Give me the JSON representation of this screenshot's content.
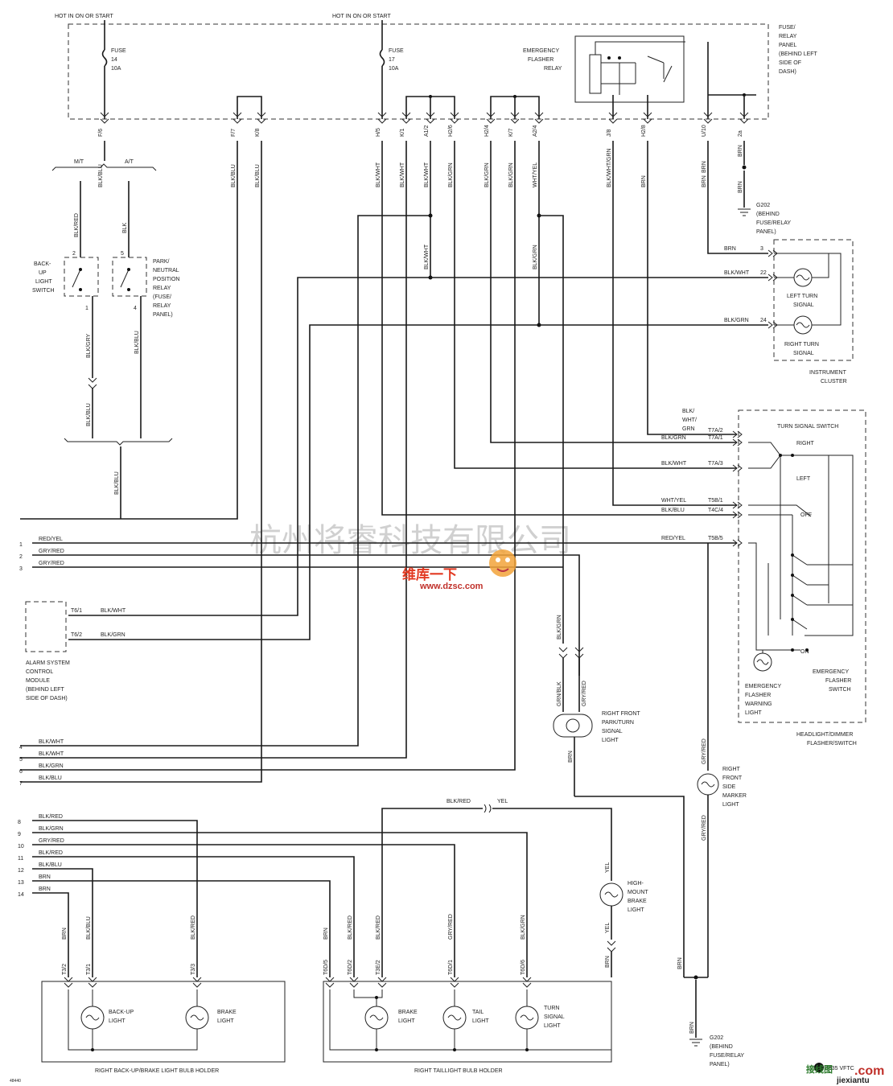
{
  "top": {
    "hot1": "HOT IN ON OR START",
    "hot2": "HOT IN ON OR START",
    "fuse14": [
      "FUSE",
      "14",
      "10A"
    ],
    "fuse17": [
      "FUSE",
      "17",
      "10A"
    ],
    "flasher": [
      "EMERGENCY",
      "FLASHER",
      "RELAY"
    ],
    "fusepanel": [
      "FUSE/",
      "RELAY",
      "PANEL",
      "(BEHIND LEFT",
      "SIDE OF",
      "DASH)"
    ]
  },
  "pins_top": [
    "F/6",
    "F/7",
    "K/8",
    "H/5",
    "K/1",
    "A1/2",
    "H2/6",
    "H2/4",
    "K/7",
    "A2/4",
    "J/8",
    "H2/8",
    "U/10",
    "2a"
  ],
  "wires_top": [
    "BLK/BLU",
    "BLK/BLU",
    "BLK/BLU",
    "BLK/WHT",
    "BLK/WHT",
    "BLK/WHT",
    "BLK/GRN",
    "BLK/GRN",
    "BLK/GRN",
    "WHT/YEL",
    "BLK/WHT/GRN",
    "BRN",
    "BRN",
    "BRN"
  ],
  "g202_top": [
    "G202",
    "(BEHIND",
    "FUSE/RELAY",
    "PANEL)"
  ],
  "left": {
    "mt": "M/T",
    "at": "A/T",
    "blk_red": "BLK/RED",
    "blk": "BLK",
    "backup_switch": [
      "BACK-",
      "UP",
      "LIGHT",
      "SWITCH"
    ],
    "pnp_relay": [
      "PARK/",
      "NEUTRAL",
      "POSITION",
      "RELAY",
      "(FUSE/",
      "RELAY",
      "PANEL)"
    ],
    "pin2": "2",
    "pin1": "1",
    "pin5": "5",
    "pin4": "4",
    "blk_gry": "BLK/GRY",
    "blk_blu": "BLK/BLU",
    "blk_blu2": "BLK/BLU",
    "blk_blu3": "BLK/BLU"
  },
  "mid_wires": {
    "blk_wht": "BLK/WHT",
    "blk_grn": "BLK/GRN"
  },
  "cluster": {
    "rows": [
      {
        "wire": "BRN",
        "pin": "3"
      },
      {
        "wire": "BLK/WHT",
        "pin": "22"
      },
      {
        "wire": "BLK/GRN",
        "pin": "24"
      }
    ],
    "left_turn": [
      "LEFT TURN",
      "SIGNAL"
    ],
    "right_turn": [
      "RIGHT TURN",
      "SIGNAL"
    ],
    "title": [
      "INSTRUMENT",
      "CLUSTER"
    ]
  },
  "switch": {
    "title": "TURN SIGNAL SWITCH",
    "right": "RIGHT",
    "left": "LEFT",
    "off": "OFF",
    "on": "ON",
    "rows": [
      {
        "wire": "BLK/WHT/GRN",
        "pin": "T7A/2"
      },
      {
        "wire": "BLK/GRN",
        "pin": "T7A/1"
      },
      {
        "wire": "BLK/WHT",
        "pin": "T7A/3"
      },
      {
        "wire": "WHT/YEL",
        "pin": "T5B/1"
      },
      {
        "wire": "BLK/BLU",
        "pin": "T4C/4"
      },
      {
        "wire": "RED/YEL",
        "pin": "T5B/5"
      }
    ],
    "emerg_switch": [
      "EMERGENCY",
      "FLASHER",
      "SWITCH"
    ],
    "emerg_light": [
      "EMERGENCY",
      "FLASHER",
      "WARNING",
      "LIGHT"
    ],
    "assembly": [
      "HEADLIGHT/DIMMER",
      "FLASHER/SWITCH"
    ]
  },
  "side_rows": [
    {
      "num": "1",
      "wire": "RED/YEL"
    },
    {
      "num": "2",
      "wire": "GRY/RED"
    },
    {
      "num": "3",
      "wire": "GRY/RED"
    }
  ],
  "alarm": {
    "pins": [
      {
        "pin": "T6/1",
        "wire": "BLK/WHT"
      },
      {
        "pin": "T6/2",
        "wire": "BLK/GRN"
      }
    ],
    "label": [
      "ALARM SYSTEM",
      "CONTROL",
      "MODULE",
      "(BEHIND LEFT",
      "SIDE OF DASH)"
    ]
  },
  "rows_4_7": [
    {
      "num": "4",
      "wire": "BLK/WHT"
    },
    {
      "num": "5",
      "wire": "BLK/WHT"
    },
    {
      "num": "6",
      "wire": "BLK/GRN"
    },
    {
      "num": "7",
      "wire": "BLK/BLU"
    }
  ],
  "front": {
    "blk_grn": "BLK/GRN",
    "grn_blk": "GRN/BLK",
    "gry_red": "GRY/RED",
    "label": [
      "RIGHT FRONT",
      "PARK/TURN",
      "SIGNAL",
      "LIGHT"
    ],
    "brn": "BRN",
    "side_marker": [
      "RIGHT",
      "FRONT",
      "SIDE",
      "MARKER",
      "LIGHT"
    ],
    "gry_red2": "GRY/RED",
    "gry_red3": "GRY/RED"
  },
  "rows_8_14": [
    {
      "num": "8",
      "wire": "BLK/RED"
    },
    {
      "num": "9",
      "wire": "BLK/GRN"
    },
    {
      "num": "10",
      "wire": "GRY/RED"
    },
    {
      "num": "11",
      "wire": "BLK/RED"
    },
    {
      "num": "12",
      "wire": "BLK/BLU"
    },
    {
      "num": "13",
      "wire": "BRN"
    },
    {
      "num": "14",
      "wire": "BRN"
    }
  ],
  "hmbl": {
    "blk_red": "BLK/RED",
    "yel": "YEL",
    "yel2": "YEL",
    "yel3": "YEL",
    "label": [
      "HIGH-",
      "MOUNT",
      "BRAKE",
      "LIGHT"
    ],
    "brn": "BRN"
  },
  "rear": {
    "backup_wires": [
      "BRN",
      "BLK/BLU",
      "BLK/RED"
    ],
    "backup_pins": [
      "T3/2",
      "T3/1",
      "T3/3"
    ],
    "backup_light": [
      "BACK-UP",
      "LIGHT"
    ],
    "brake_light": [
      "BRAKE",
      "LIGHT"
    ],
    "holder1": "RIGHT BACK-UP/BRAKE LIGHT BULB HOLDER",
    "tail_wires": [
      "BRN",
      "BLK/RED",
      "BLK/RED",
      "GRY/RED",
      "BLK/GRN"
    ],
    "tail_pins": [
      "T6D/5",
      "T6D/2",
      "T3E/2",
      "T6D/1",
      "T6D/6"
    ],
    "brake2": [
      "BRAKE",
      "LIGHT"
    ],
    "tail": [
      "TAIL",
      "LIGHT"
    ],
    "turn": [
      "TURN",
      "SIGNAL",
      "LIGHT"
    ],
    "holder2": "RIGHT TAILLIGHT BULB HOLDER",
    "brn_gnd": "BRN",
    "g202": [
      "G202",
      "(BEHIND",
      "FUSE/RELAY",
      "PANEL)"
    ]
  },
  "footer": {
    "left": "48440",
    "right": "8335 VFTC"
  },
  "watermarks": {
    "cn": "杭州将睿科技有限公司",
    "cn2": "维库一下",
    "dzsc": "www.dzsc.com",
    "jiexian": "jiexiantu",
    "com": ".com",
    "jiexiantu_cn": "接线图"
  }
}
